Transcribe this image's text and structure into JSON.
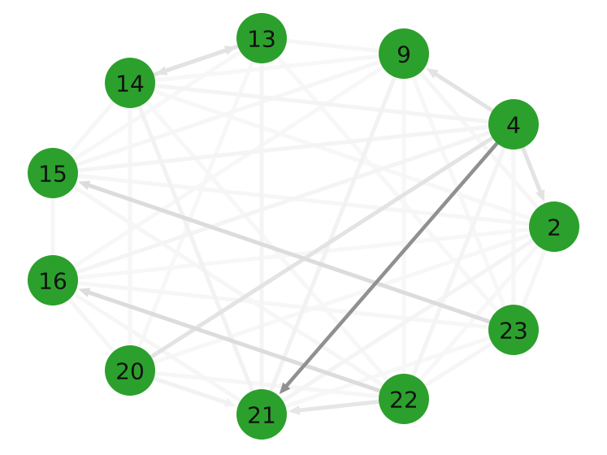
{
  "graph": {
    "node_color": "#2ca02c",
    "label_color": "#111111",
    "nodes": [
      {
        "id": "13"
      },
      {
        "id": "9"
      },
      {
        "id": "14"
      },
      {
        "id": "4"
      },
      {
        "id": "15"
      },
      {
        "id": "2"
      },
      {
        "id": "16"
      },
      {
        "id": "23"
      },
      {
        "id": "20"
      },
      {
        "id": "22"
      },
      {
        "id": "21"
      }
    ],
    "edges": [
      {
        "source": "4",
        "target": "21",
        "color": "#909090",
        "directed": true
      },
      {
        "source": "23",
        "target": "15",
        "color": "#dcdcdc",
        "directed": true
      },
      {
        "source": "22",
        "target": "16",
        "color": "#dcdcdc",
        "directed": true
      },
      {
        "source": "20",
        "target": "4",
        "color": "#e3e3e3",
        "directed": false
      },
      {
        "source": "13",
        "target": "14",
        "color": "#e3e3e3",
        "directed": true
      },
      {
        "source": "14",
        "target": "13",
        "color": "#e3e3e3",
        "directed": true
      },
      {
        "source": "4",
        "target": "9",
        "color": "#e3e3e3",
        "directed": true
      },
      {
        "source": "4",
        "target": "2",
        "color": "#e3e3e3",
        "directed": true
      },
      {
        "source": "22",
        "target": "21",
        "color": "#e6e6e6",
        "directed": true
      },
      {
        "source": "21",
        "target": "9",
        "color": "#f2f2f2",
        "directed": false
      },
      {
        "source": "21",
        "target": "14",
        "color": "#f2f2f2",
        "directed": false
      },
      {
        "source": "21",
        "target": "13",
        "color": "#f4f4f4",
        "directed": false
      },
      {
        "source": "16",
        "target": "4",
        "color": "#f4f4f4",
        "directed": false
      },
      {
        "source": "15",
        "target": "4",
        "color": "#f4f4f4",
        "directed": false
      },
      {
        "source": "14",
        "target": "4",
        "color": "#f4f4f4",
        "directed": false
      },
      {
        "source": "20",
        "target": "21",
        "color": "#f2f2f2",
        "directed": true
      },
      {
        "source": "2",
        "target": "21",
        "color": "#f4f4f4",
        "directed": false
      },
      {
        "source": "2",
        "target": "15",
        "color": "#f6f6f6",
        "directed": false
      },
      {
        "source": "23",
        "target": "4",
        "color": "#f6f6f6",
        "directed": false
      },
      {
        "source": "22",
        "target": "4",
        "color": "#f4f4f4",
        "directed": false
      },
      {
        "source": "23",
        "target": "16",
        "color": "#f6f6f6",
        "directed": false
      },
      {
        "source": "15",
        "target": "9",
        "color": "#f6f6f6",
        "directed": false
      },
      {
        "source": "16",
        "target": "9",
        "color": "#f7f7f7",
        "directed": false
      },
      {
        "source": "14",
        "target": "2",
        "color": "#f7f7f7",
        "directed": false
      },
      {
        "source": "15",
        "target": "22",
        "color": "#f6f6f6",
        "directed": false
      },
      {
        "source": "16",
        "target": "21",
        "color": "#f6f6f6",
        "directed": false
      },
      {
        "source": "20",
        "target": "22",
        "color": "#f6f6f6",
        "directed": false
      },
      {
        "source": "20",
        "target": "14",
        "color": "#f6f6f6",
        "directed": false
      },
      {
        "source": "20",
        "target": "13",
        "color": "#f7f7f7",
        "directed": false
      },
      {
        "source": "13",
        "target": "9",
        "color": "#f6f6f6",
        "directed": false
      },
      {
        "source": "13",
        "target": "23",
        "color": "#f7f7f7",
        "directed": false
      },
      {
        "source": "13",
        "target": "15",
        "color": "#f7f7f7",
        "directed": false
      },
      {
        "source": "14",
        "target": "15",
        "color": "#f6f6f6",
        "directed": false
      },
      {
        "source": "15",
        "target": "16",
        "color": "#f6f6f6",
        "directed": false
      },
      {
        "source": "16",
        "target": "20",
        "color": "#f6f6f6",
        "directed": false
      },
      {
        "source": "9",
        "target": "2",
        "color": "#f6f6f6",
        "directed": false
      },
      {
        "source": "2",
        "target": "23",
        "color": "#f6f6f6",
        "directed": false
      },
      {
        "source": "23",
        "target": "22",
        "color": "#f6f6f6",
        "directed": false
      },
      {
        "source": "22",
        "target": "2",
        "color": "#f7f7f7",
        "directed": false
      },
      {
        "source": "21",
        "target": "23",
        "color": "#f7f7f7",
        "directed": false
      },
      {
        "source": "9",
        "target": "22",
        "color": "#f7f7f7",
        "directed": false
      },
      {
        "source": "14",
        "target": "22",
        "color": "#f7f7f7",
        "directed": false
      },
      {
        "source": "16",
        "target": "2",
        "color": "#f7f7f7",
        "directed": false
      },
      {
        "source": "20",
        "target": "2",
        "color": "#f7f7f7",
        "directed": false
      },
      {
        "source": "14",
        "target": "9",
        "color": "#f7f7f7",
        "directed": false
      },
      {
        "source": "9",
        "target": "23",
        "color": "#f7f7f7",
        "directed": false
      },
      {
        "source": "4",
        "target": "23",
        "color": "#f6f6f6",
        "directed": false
      }
    ]
  }
}
